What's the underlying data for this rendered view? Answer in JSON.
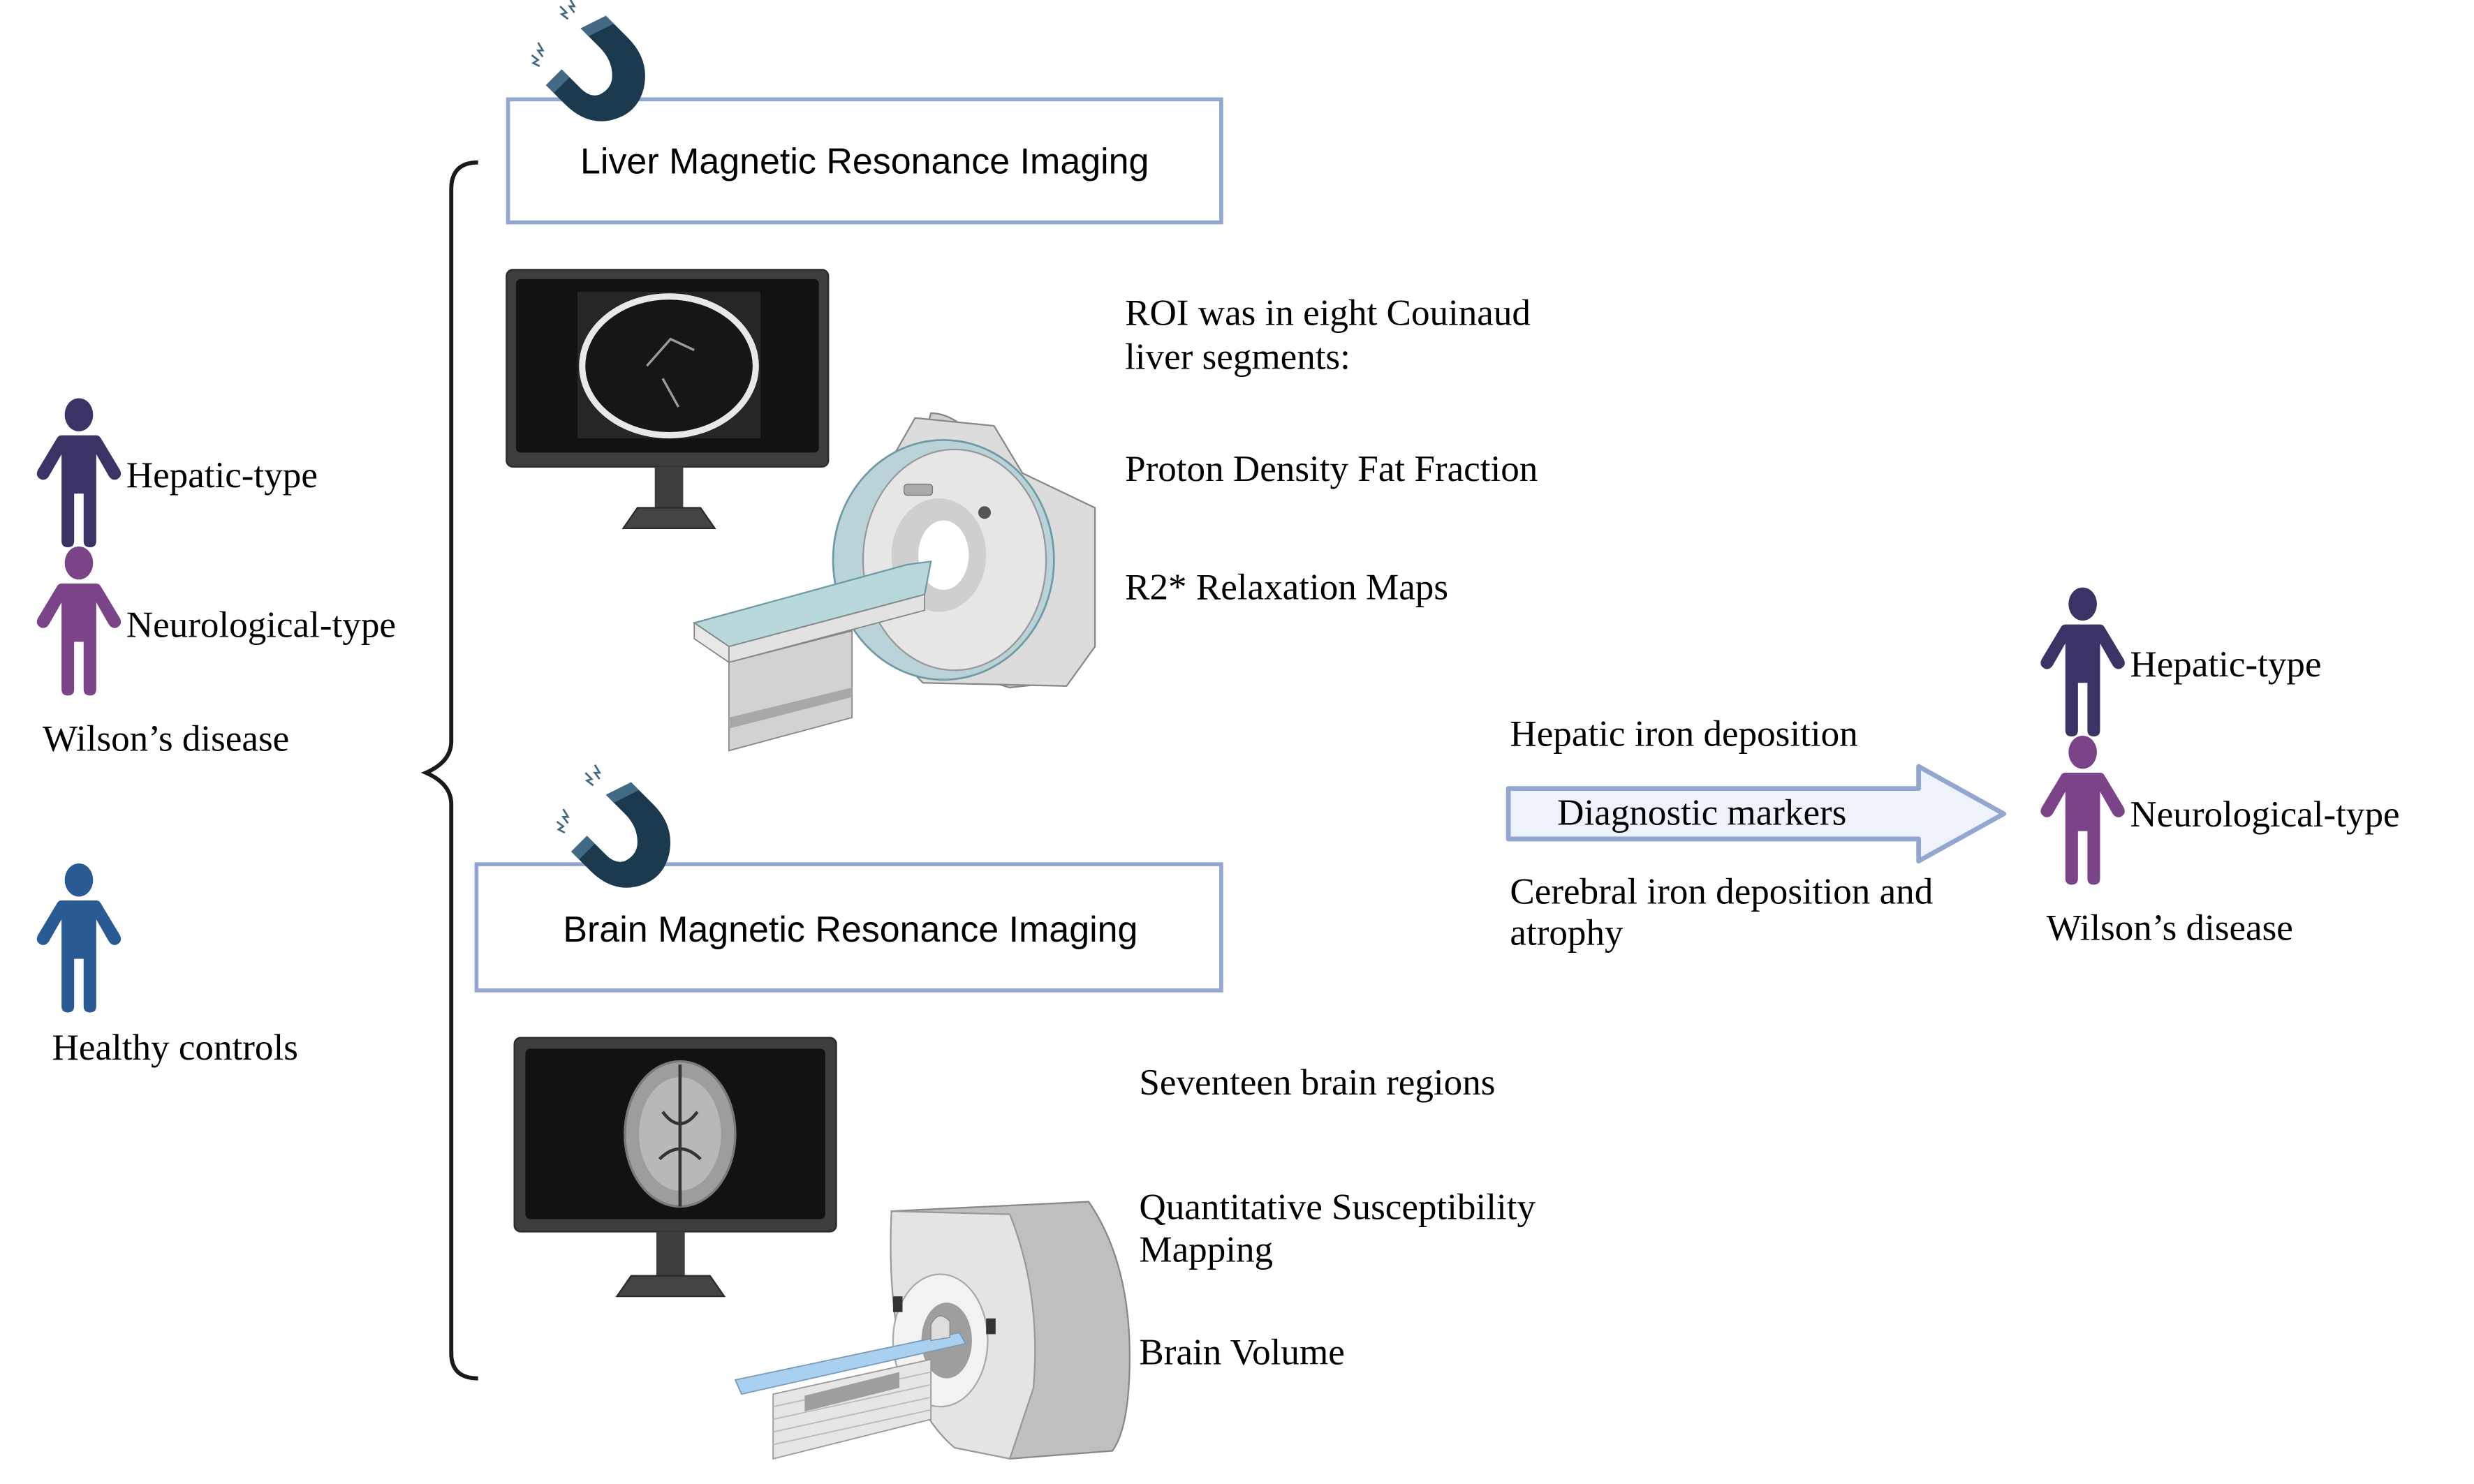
{
  "colors": {
    "hepatic": "#3b3266",
    "neurological": "#7b4488",
    "healthy": "#2a5a94",
    "box_border": "#92a6d0",
    "arrow_fill": "#eef3fb",
    "magnet_dark": "#1b3a4e",
    "magnet_tip": "#426a84"
  },
  "left_groups": {
    "wilson": {
      "hepatic_label": "Hepatic-type",
      "neurological_label": "Neurological-type",
      "group_label": "Wilson’s disease"
    },
    "healthy": {
      "group_label": "Healthy controls"
    }
  },
  "liver": {
    "title": "Liver Magnetic Resonance Imaging",
    "monitor_image": "liver-axial-mri-slice",
    "notes": [
      "ROI was in eight Couinaud",
      "liver segments:",
      "Proton Density Fat Fraction",
      "R2* Relaxation Maps"
    ]
  },
  "brain": {
    "title": "Brain Magnetic Resonance Imaging",
    "monitor_image": "brain-axial-mri-slice",
    "notes": [
      "Seventeen brain regions",
      "Quantitative Susceptibility",
      "Mapping",
      "Brain Volume"
    ]
  },
  "outcome": {
    "above_arrow": "Hepatic iron deposition",
    "arrow_label": "Diagnostic markers",
    "below_arrow_line1": "Cerebral iron deposition and",
    "below_arrow_line2": "atrophy"
  },
  "right_groups": {
    "hepatic_label": "Hepatic-type",
    "neurological_label": "Neurological-type",
    "group_label": "Wilson’s disease"
  }
}
